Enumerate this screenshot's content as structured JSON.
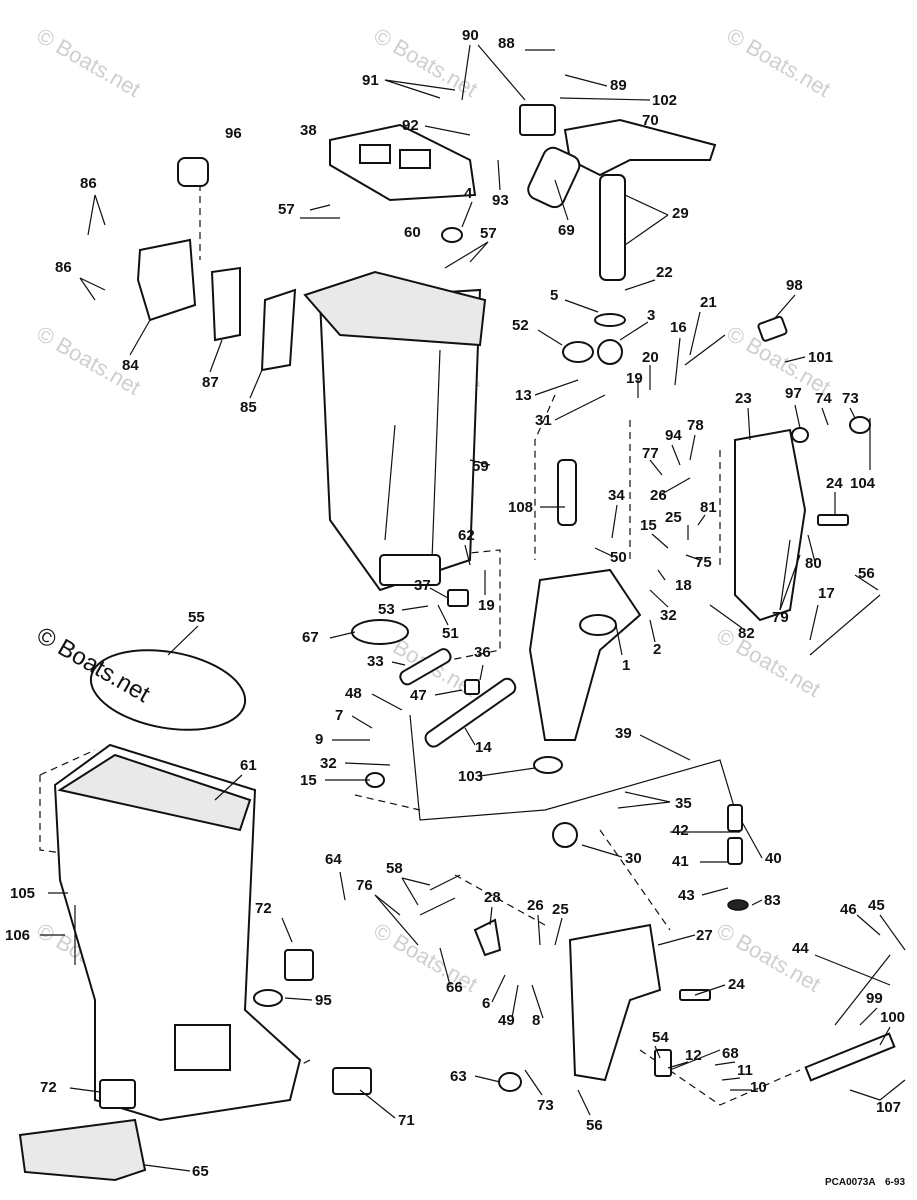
{
  "watermark": "© Boats.net",
  "footer": {
    "code": "PCA0073A",
    "date": "6-93"
  },
  "labels": [
    "90",
    "88",
    "91",
    "89",
    "102",
    "92",
    "70",
    "38",
    "96",
    "93",
    "29",
    "69",
    "86",
    "4",
    "57",
    "60",
    "57",
    "86",
    "22",
    "98",
    "5",
    "3",
    "21",
    "52",
    "16",
    "101",
    "20",
    "84",
    "87",
    "13",
    "19",
    "97",
    "74",
    "73",
    "85",
    "31",
    "23",
    "59",
    "78",
    "94",
    "77",
    "104",
    "26",
    "108",
    "34",
    "24",
    "81",
    "25",
    "15",
    "50",
    "75",
    "80",
    "62",
    "19",
    "37",
    "18",
    "56",
    "53",
    "32",
    "79",
    "17",
    "67",
    "51",
    "36",
    "33",
    "2",
    "82",
    "1",
    "55",
    "48",
    "47",
    "7",
    "14",
    "39",
    "9",
    "32",
    "103",
    "15",
    "35",
    "61",
    "42",
    "30",
    "40",
    "41",
    "43",
    "105",
    "58",
    "64",
    "83",
    "28",
    "106",
    "72",
    "76",
    "26",
    "25",
    "27",
    "46",
    "45",
    "44",
    "95",
    "6",
    "49",
    "8",
    "66",
    "24",
    "99",
    "100",
    "72",
    "54",
    "12",
    "68",
    "11",
    "10",
    "107",
    "63",
    "73",
    "56",
    "71",
    "65"
  ]
}
